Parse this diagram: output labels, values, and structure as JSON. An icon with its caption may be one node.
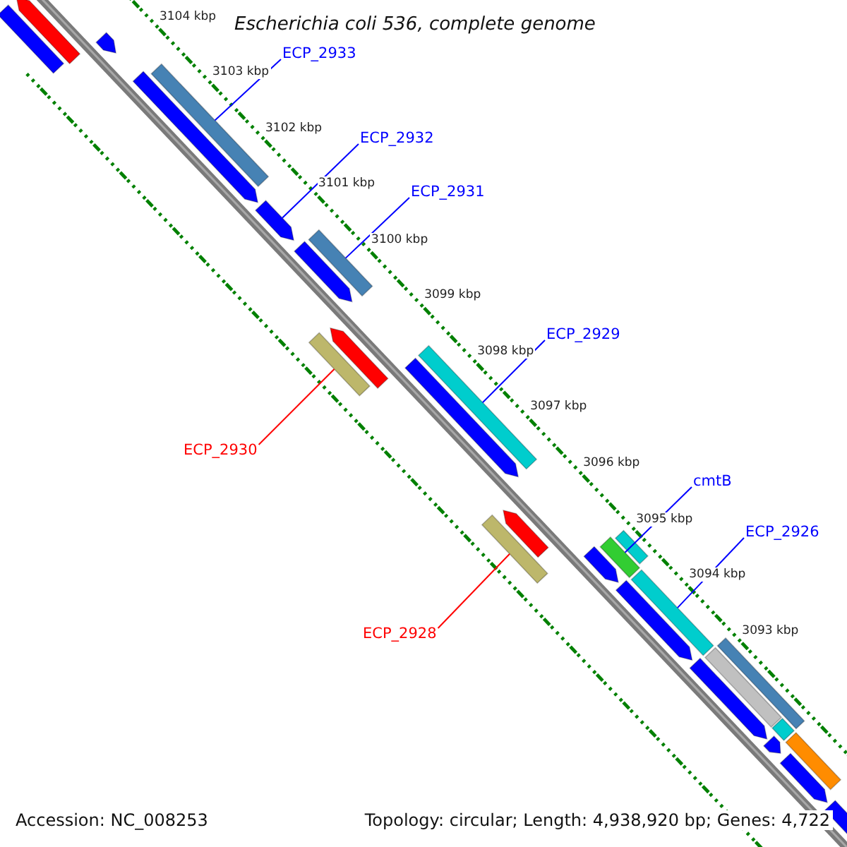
{
  "diagram": {
    "title": "Escherichia coli 536, complete genome",
    "nodes": [
      {
        "text": [
          "ECP_2933"
        ]
      },
      {
        "text": [],
        "shape": "bar"
      },
      {
        "text": [
          "ECP_2932"
        ]
      },
      {
        "text": [],
        "shape": "arrow"
      },
      {
        "text": [
          "ECP_2931"
        ]
      },
      {
        "text": [],
        "shape": "bar"
      },
      {
        "text": [
          "ECP_2929"
        ]
      },
      {
        "text": [],
        "shape": "bar"
      },
      {
        "text": [
          "ECP_2930"
        ]
      },
      {
        "text": [],
        "shape": "bar"
      },
      {
        "text": [
          "cmtB"
        ]
      },
      {
        "text": [],
        "shape": "bar"
      },
      {
        "text": [
          "ECP_2926"
        ]
      },
      {
        "text": [],
        "shape": "bar"
      },
      {
        "text": [
          "ECP_2928"
        ]
      },
      {
        "text": [],
        "shape": "bar"
      }
    ],
    "edges": [
      {
        "from": 0,
        "to": 1,
        "arrow": "none"
      },
      {
        "from": 2,
        "to": 3,
        "arrow": "none"
      },
      {
        "from": 4,
        "to": 5,
        "arrow": "none"
      },
      {
        "from": 6,
        "to": 7,
        "arrow": "none"
      },
      {
        "from": 8,
        "to": 9,
        "arrow": "none",
        "color": "#ff0000"
      },
      {
        "from": 10,
        "to": 11,
        "arrow": "none"
      },
      {
        "from": 12,
        "to": 13,
        "arrow": "none"
      },
      {
        "from": 14,
        "to": 15,
        "arrow": "none",
        "color": "#ff0000"
      }
    ],
    "labels": [
      "3104 kbp",
      "3103 kbp",
      "3102 kbp",
      "3101 kbp",
      "3100 kbp",
      "3099 kbp",
      "3098 kbp",
      "3097 kbp",
      "3096 kbp",
      "3095 kbp",
      "3094 kbp",
      "3093 kbp",
      "Accession: NC_008253",
      "Topology: circular; Length: 4,938,920 bp; Genes: 4,722"
    ]
  }
}
